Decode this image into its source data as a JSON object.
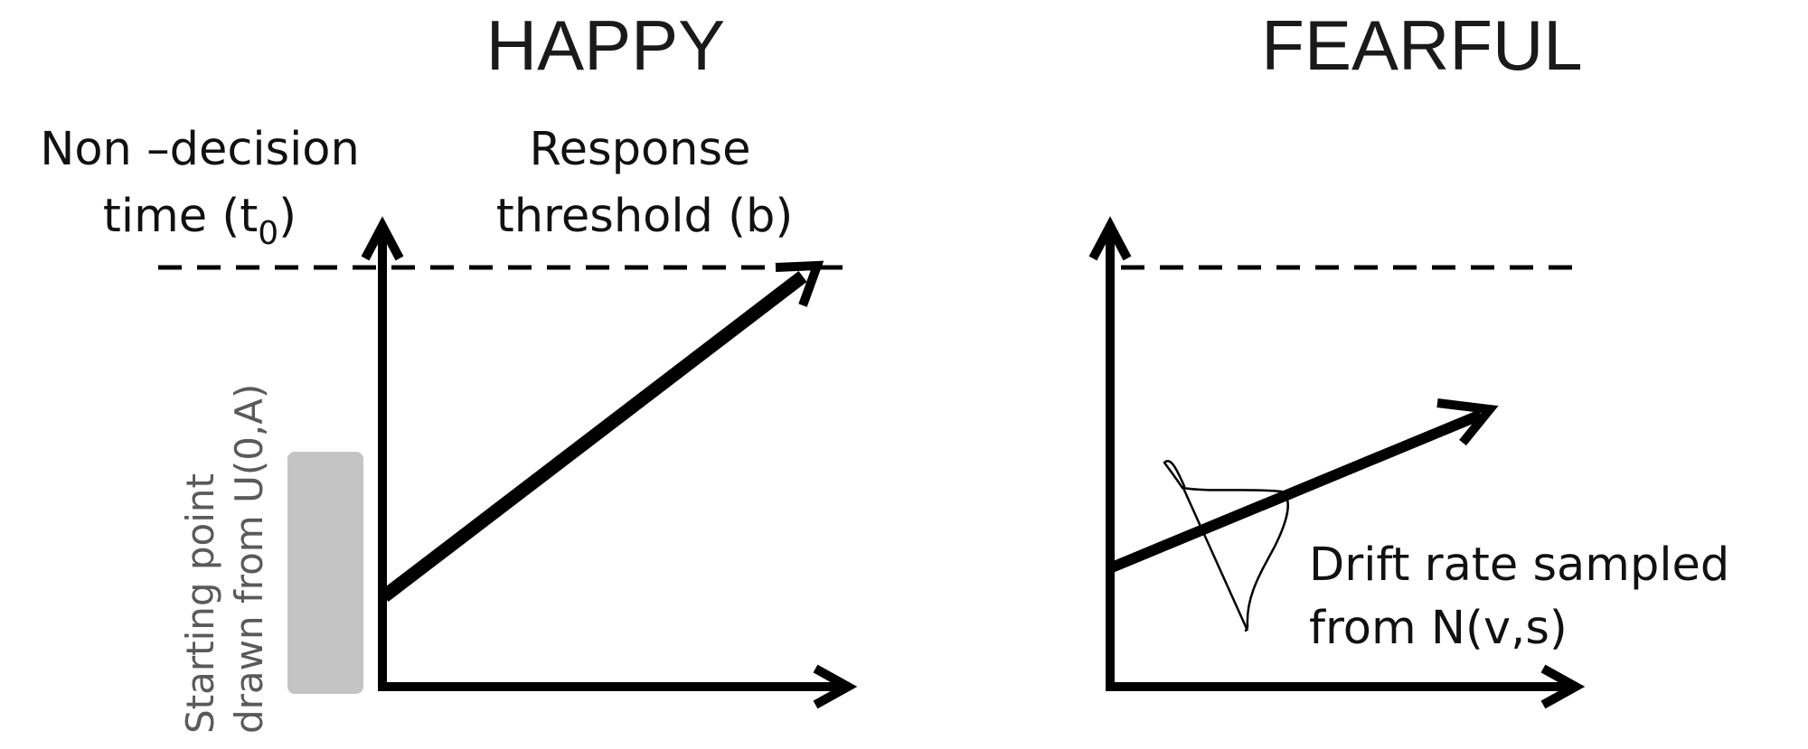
{
  "panels": {
    "happy": {
      "title": "HAPPY",
      "non_decision_line1": "Non –decision",
      "non_decision_line2_pre": "time (",
      "non_decision_symbol": "t",
      "non_decision_subscript": "0",
      "non_decision_line2_post": ")",
      "threshold_line1": "Response",
      "threshold_line2": "threshold (b)",
      "start_line1": "Starting point",
      "start_line2": "drawn from U(0,A)"
    },
    "fearful": {
      "title": "FEARFUL",
      "drift_line1": "Drift rate sampled",
      "drift_line2": "from N(v,s)"
    }
  },
  "colors": {
    "ink": "#000000",
    "start_region": "#c4c4c4",
    "muted_text": "#5a5a5a"
  }
}
